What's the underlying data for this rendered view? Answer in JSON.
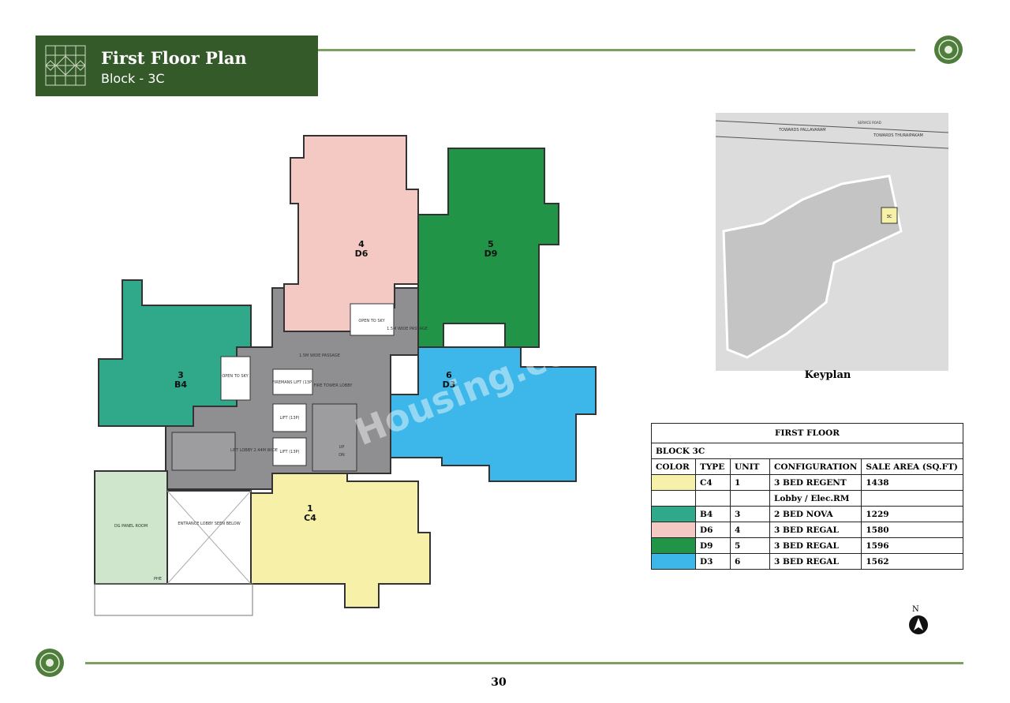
{
  "header": {
    "title": "First Floor Plan",
    "subtitle": "Block - 3C"
  },
  "colors": {
    "brand_green": "#345a2a",
    "rule_green": "#7aa160",
    "c4": "#f7f0a8",
    "b4": "#2fa98a",
    "d6": "#f5c9c3",
    "d9": "#219447",
    "d3": "#3db7e9",
    "core": "#8f8f92",
    "dg_panel": "#cfe5cc"
  },
  "plan": {
    "units": [
      {
        "unit": "1",
        "type": "C4"
      },
      {
        "unit": "3",
        "type": "B4"
      },
      {
        "unit": "4",
        "type": "D6"
      },
      {
        "unit": "5",
        "type": "D9"
      },
      {
        "unit": "6",
        "type": "D3"
      }
    ],
    "labels": {
      "passage_1": "1.5M WIDE PASSAGE",
      "passage_2": "1.5M WIDE PASSAGE",
      "open_to_sky_1": "OPEN TO SKY",
      "open_to_sky_2": "OPEN TO SKY",
      "firemans_lift": "FIREMANS LIFT (13P)",
      "lift_1": "LIFT (13P)",
      "lift_2": "LIFT (13P)",
      "fire_tower_lobby": "FIRE TOWER LOBBY",
      "lift_lobby": "LIFT LOBBY 2.44M WIDE",
      "dg_panel": "DG PANEL ROOM",
      "entrance_lobby": "ENTRANCE LOBBY SEEN BELOW",
      "up": "UP",
      "dn": "DN",
      "phe": "PHE"
    },
    "watermark": "Housing.com"
  },
  "keyplan": {
    "label": "Keyplan",
    "road_left": "TOWARDS PALLAVARAM",
    "road_right": "TOWARDS THURAIPAKAM",
    "service_road": "SERVICE ROAD",
    "block_marker": "3C"
  },
  "table": {
    "title": "FIRST FLOOR",
    "block": "BLOCK 3C",
    "headers": [
      "COLOR",
      "TYPE",
      "UNIT",
      "CONFIGURATION",
      "SALE AREA (SQ.FT)"
    ],
    "rows": [
      {
        "color": "#f7f0a8",
        "type": "C4",
        "unit": "1",
        "configuration": "3 BED REGENT",
        "area": "1438"
      },
      {
        "color": "#ffffff",
        "type": "",
        "unit": "",
        "configuration": "Lobby / Elec.RM",
        "area": ""
      },
      {
        "color": "#2fa98a",
        "type": "B4",
        "unit": "3",
        "configuration": "2 BED NOVA",
        "area": "1229"
      },
      {
        "color": "#f5c9c3",
        "type": "D6",
        "unit": "4",
        "configuration": "3 BED REGAL",
        "area": "1580"
      },
      {
        "color": "#219447",
        "type": "D9",
        "unit": "5",
        "configuration": "3 BED REGAL",
        "area": "1596"
      },
      {
        "color": "#3db7e9",
        "type": "D3",
        "unit": "6",
        "configuration": "3 BED REGAL",
        "area": "1562"
      }
    ]
  },
  "north_label": "N",
  "page_number": "30"
}
